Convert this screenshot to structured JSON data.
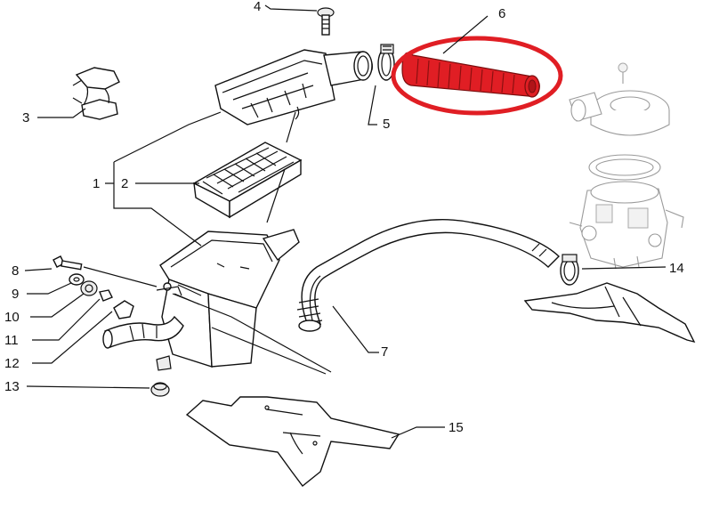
{
  "diagram": {
    "callouts": [
      "1",
      "2",
      "3",
      "4",
      "5",
      "6",
      "7",
      "8",
      "9",
      "10",
      "11",
      "12",
      "13",
      "14",
      "15"
    ],
    "highlight_color": "#e01e24",
    "highlighted_part": "6"
  }
}
